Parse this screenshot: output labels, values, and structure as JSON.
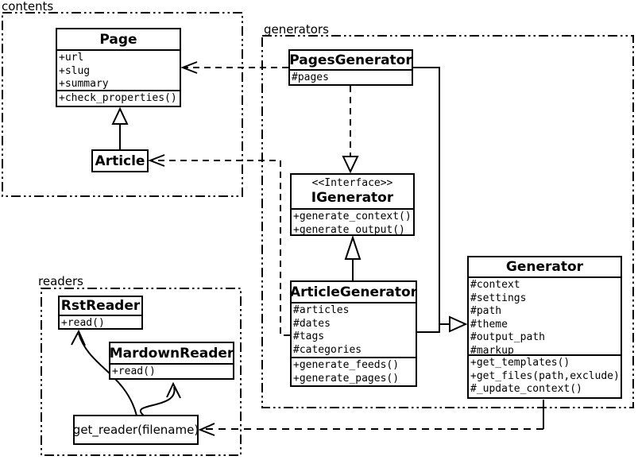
{
  "packages": {
    "contents": {
      "label": "contents"
    },
    "generators": {
      "label": "generators"
    },
    "readers": {
      "label": "readers"
    }
  },
  "classes": {
    "page": {
      "title": "Page",
      "attrs": [
        "+url",
        "+slug",
        "+summary"
      ],
      "methods": [
        "+check_properties()"
      ]
    },
    "article": {
      "title": "Article"
    },
    "pages_generator": {
      "title": "PagesGenerator",
      "attrs": [
        "#pages"
      ]
    },
    "igenerator": {
      "stereotype": "<<Interface>>",
      "title": "IGenerator",
      "methods": [
        "+generate_context()",
        "+generate_output()"
      ]
    },
    "article_generator": {
      "title": "ArticleGenerator",
      "attrs": [
        "#articles",
        "#dates",
        "#tags",
        "#categories"
      ],
      "methods": [
        "+generate_feeds()",
        "+generate_pages()"
      ]
    },
    "generator": {
      "title": "Generator",
      "attrs": [
        "#context",
        "#settings",
        "#path",
        "#theme",
        "#output_path",
        "#markup"
      ],
      "methods": [
        "+get_templates()",
        "+get_files(path,exclude)",
        "#_update_context()"
      ]
    },
    "rst_reader": {
      "title": "RstReader",
      "methods": [
        "+read()"
      ]
    },
    "mardown_reader": {
      "title": "MardownReader",
      "methods": [
        "+read()"
      ]
    },
    "get_reader": {
      "label": "get_reader(filename)"
    }
  },
  "colors": {
    "line": "#000000",
    "background": "#ffffff"
  }
}
